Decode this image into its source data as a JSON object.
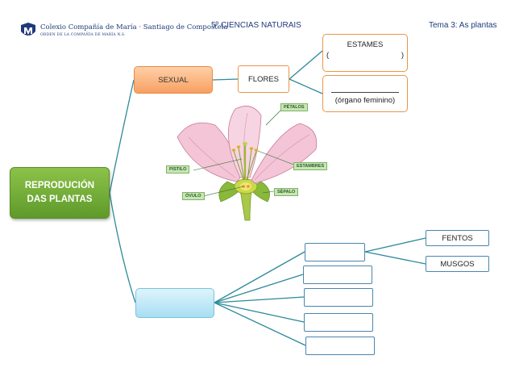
{
  "header": {
    "school_name": "Colexio Compañía de María · Santiago de Compostela",
    "school_sub": "ORDEN DE LA COMPAÑÍA DE MARÍA N.S.",
    "course": "5º  CIENCIAS NATURAIS",
    "topic": "Tema 3: As plantas"
  },
  "map": {
    "main_line1": "REPRODUCIÓN",
    "main_line2": "DAS PLANTAS",
    "sexual": "SEXUAL",
    "asexual": "",
    "flores": "FLORES",
    "estames": "ESTAMES",
    "estames_paren_open": "(",
    "estames_paren_close": ")",
    "pistilo_caption": "(órgano feminino)",
    "fentos": "FENTOS",
    "musgos": "MUSGOS"
  },
  "flower_labels": {
    "petalos": "PÉTALOS",
    "pistilo": "PISTILO",
    "estambres": "ESTAMBRES",
    "ovulo": "ÓVULO",
    "sepalo": "SÉPALO"
  },
  "colors": {
    "title_blue": "#1f3a7a",
    "connector": "#2d8a9a",
    "orange_border": "#e8964a",
    "blue_border": "#4a86b0",
    "main_green": "#6ea535"
  }
}
